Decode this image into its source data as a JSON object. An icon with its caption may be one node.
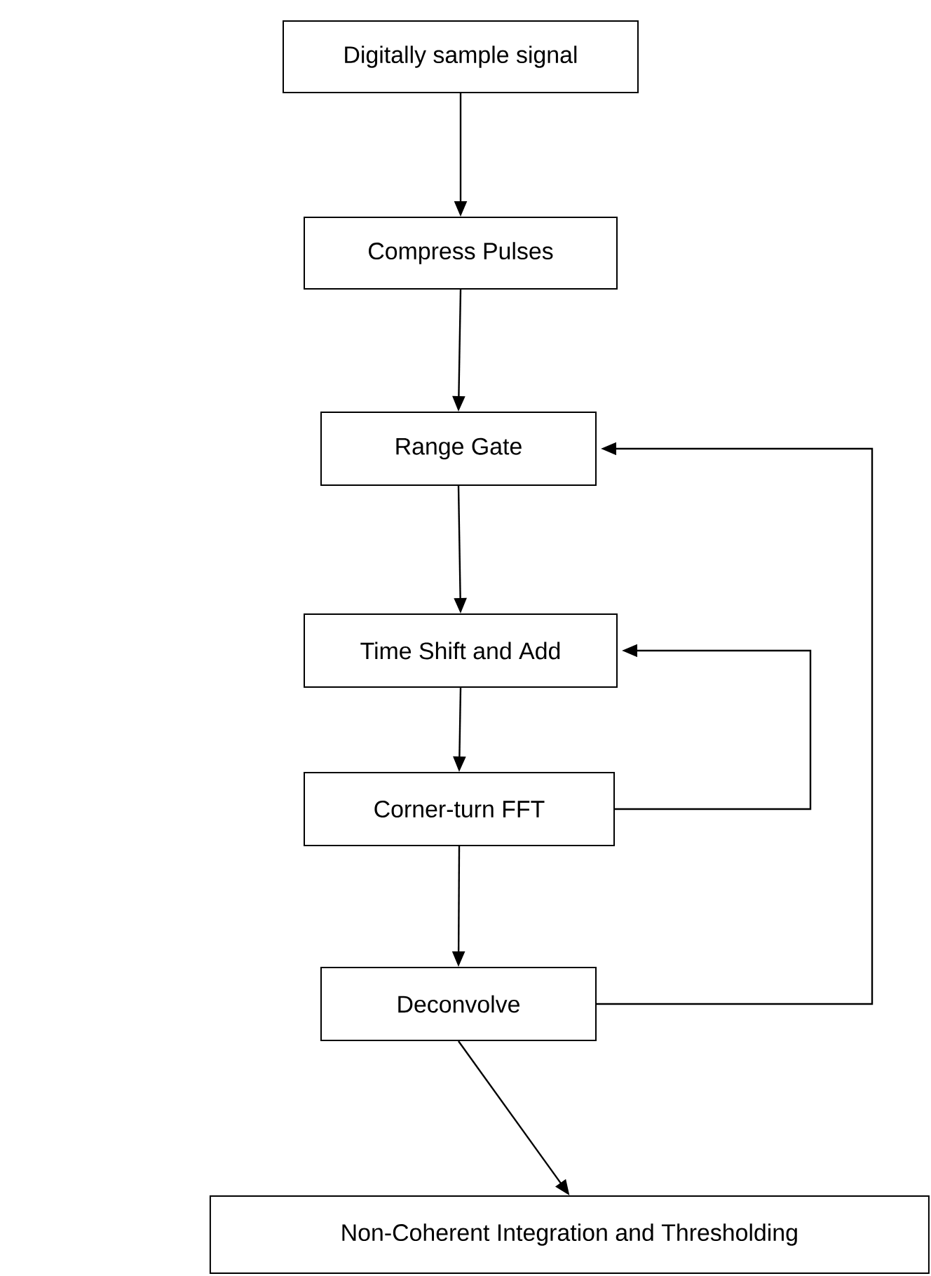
{
  "diagram": {
    "nodes": [
      {
        "text": [
          "Digitally sample signal"
        ]
      },
      {
        "text": [
          "Compress Pulses"
        ]
      },
      {
        "text": [
          "Range Gate"
        ]
      },
      {
        "text": [
          "Time Shift and Add"
        ]
      },
      {
        "text": [
          "Corner-turn FFT"
        ]
      },
      {
        "text": [
          "Deconvolve"
        ]
      },
      {
        "text": [
          "Non-Coherent Integration and Thresholding"
        ]
      }
    ],
    "edges": [
      {
        "from": 0,
        "to": 1,
        "arrow": "to"
      },
      {
        "from": 1,
        "to": 2,
        "arrow": "to"
      },
      {
        "from": 2,
        "to": 3,
        "arrow": "to"
      },
      {
        "from": 3,
        "to": 4,
        "arrow": "to"
      },
      {
        "from": 4,
        "to": 5,
        "arrow": "to"
      },
      {
        "from": 5,
        "to": 6,
        "arrow": "to"
      },
      {
        "from": 4,
        "to": 3,
        "arrow": "to"
      },
      {
        "from": 5,
        "to": 2,
        "arrow": "to"
      }
    ]
  }
}
